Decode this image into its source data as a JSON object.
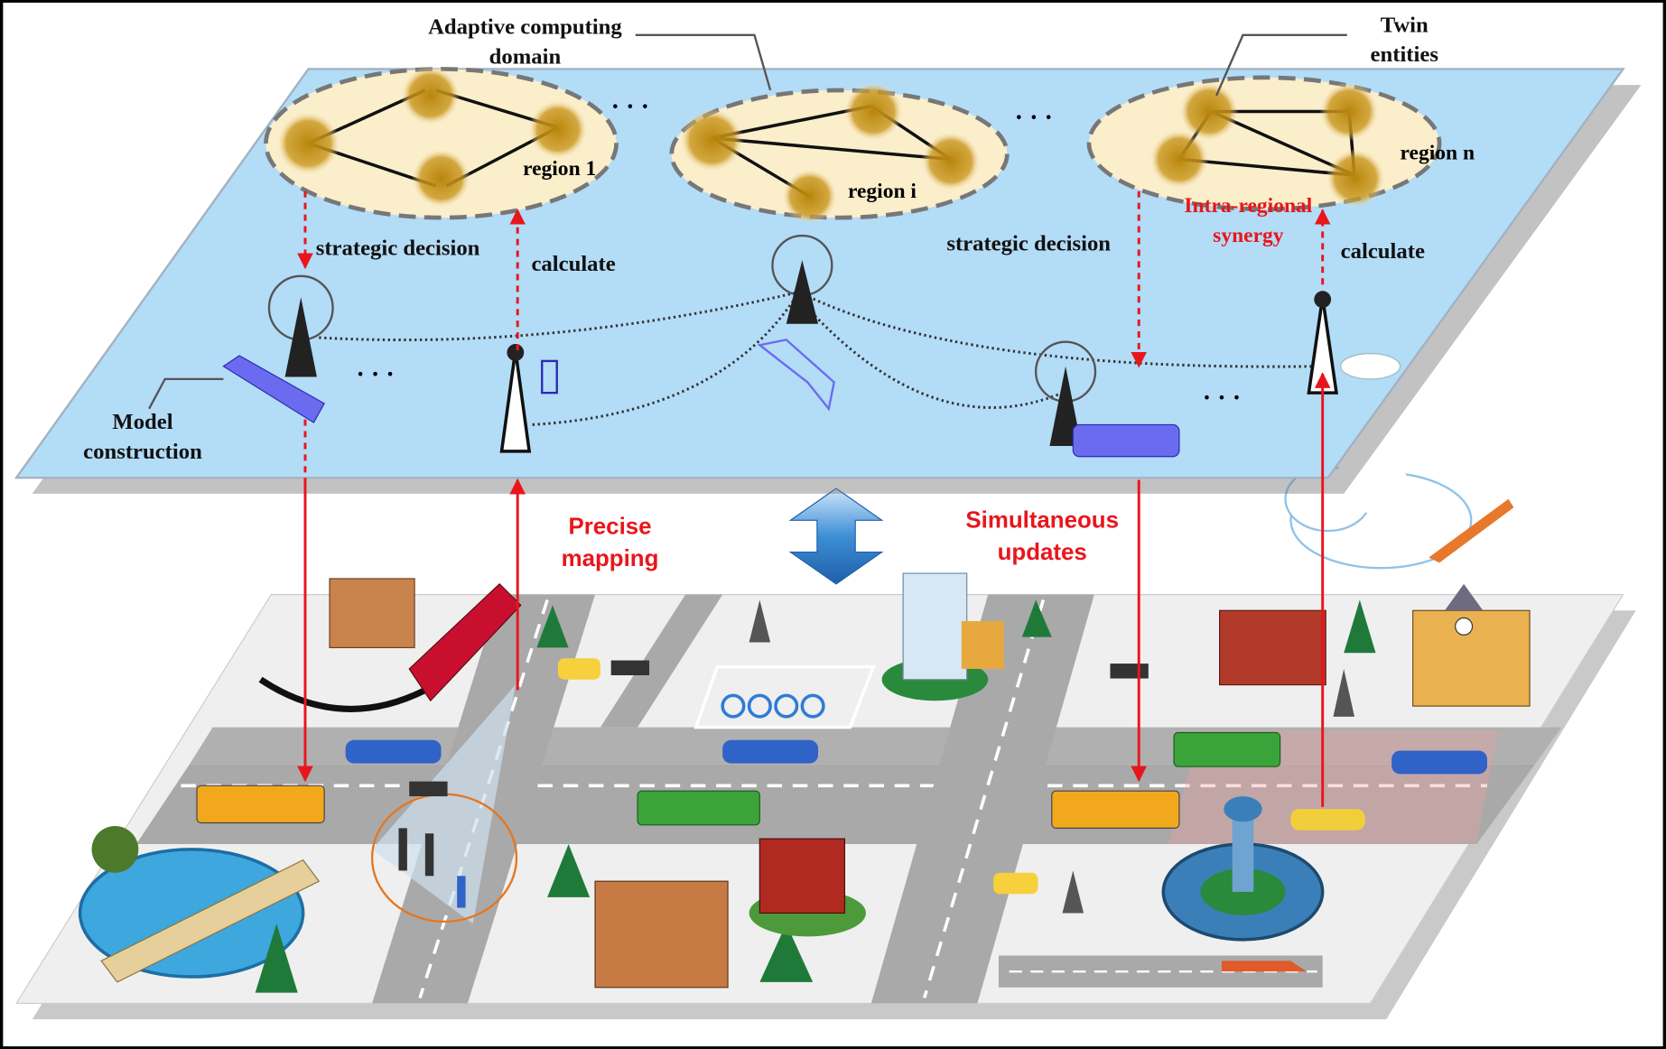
{
  "labels": {
    "adaptive_domain_line1": "Adaptive computing",
    "adaptive_domain_line2": "domain",
    "twin_entities_line1": "Twin",
    "twin_entities_line2": "entities",
    "region_1": "region 1",
    "region_i": "region i",
    "region_n": "region n",
    "intra_regional_line1": "Intra-regional",
    "intra_regional_line2": "synergy",
    "strategic_decision_left": "strategic decision",
    "calculate_left": "calculate",
    "strategic_decision_right": "strategic decision",
    "calculate_right": "calculate",
    "model_construction_line1": "Model",
    "model_construction_line2": "construction",
    "precise_mapping_line1": "Precise",
    "precise_mapping_line2": "mapping",
    "simultaneous_updates_line1": "Simultaneous",
    "simultaneous_updates_line2": "updates",
    "ellipsis": "· · ·"
  },
  "colors": {
    "twin_plane": "#b3dcf7",
    "region_fill": "#fbeecb",
    "node_glow": "#b8860b",
    "arrow_red": "#e8161c",
    "label_red": "#e8161c",
    "city_plane": "#efefef",
    "road": "#a9a9a9",
    "sync_arrow": "#3d8fd6"
  }
}
